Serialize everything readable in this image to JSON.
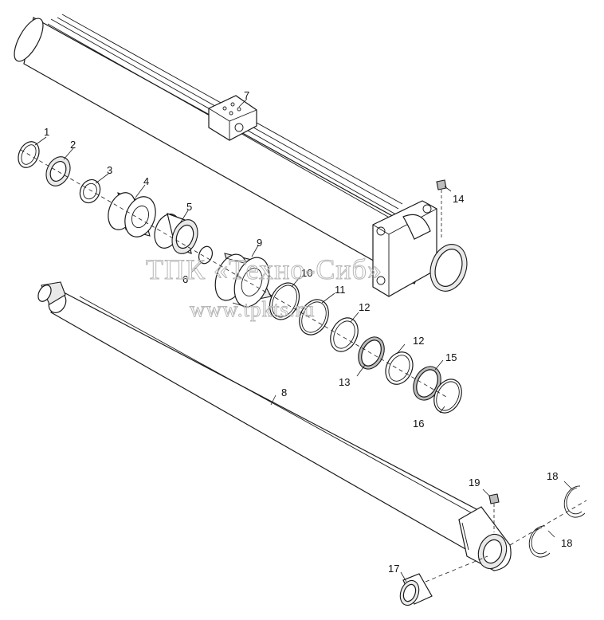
{
  "diagram": {
    "watermark_line1": "ТПК «Техно-Сиб»",
    "watermark_line2": "www.tpkts.ru",
    "callouts": [
      "1",
      "2",
      "3",
      "4",
      "5",
      "6",
      "7",
      "8",
      "9",
      "10",
      "11",
      "12",
      "12",
      "13",
      "14",
      "15",
      "16",
      "17",
      "18",
      "18",
      "19"
    ]
  }
}
